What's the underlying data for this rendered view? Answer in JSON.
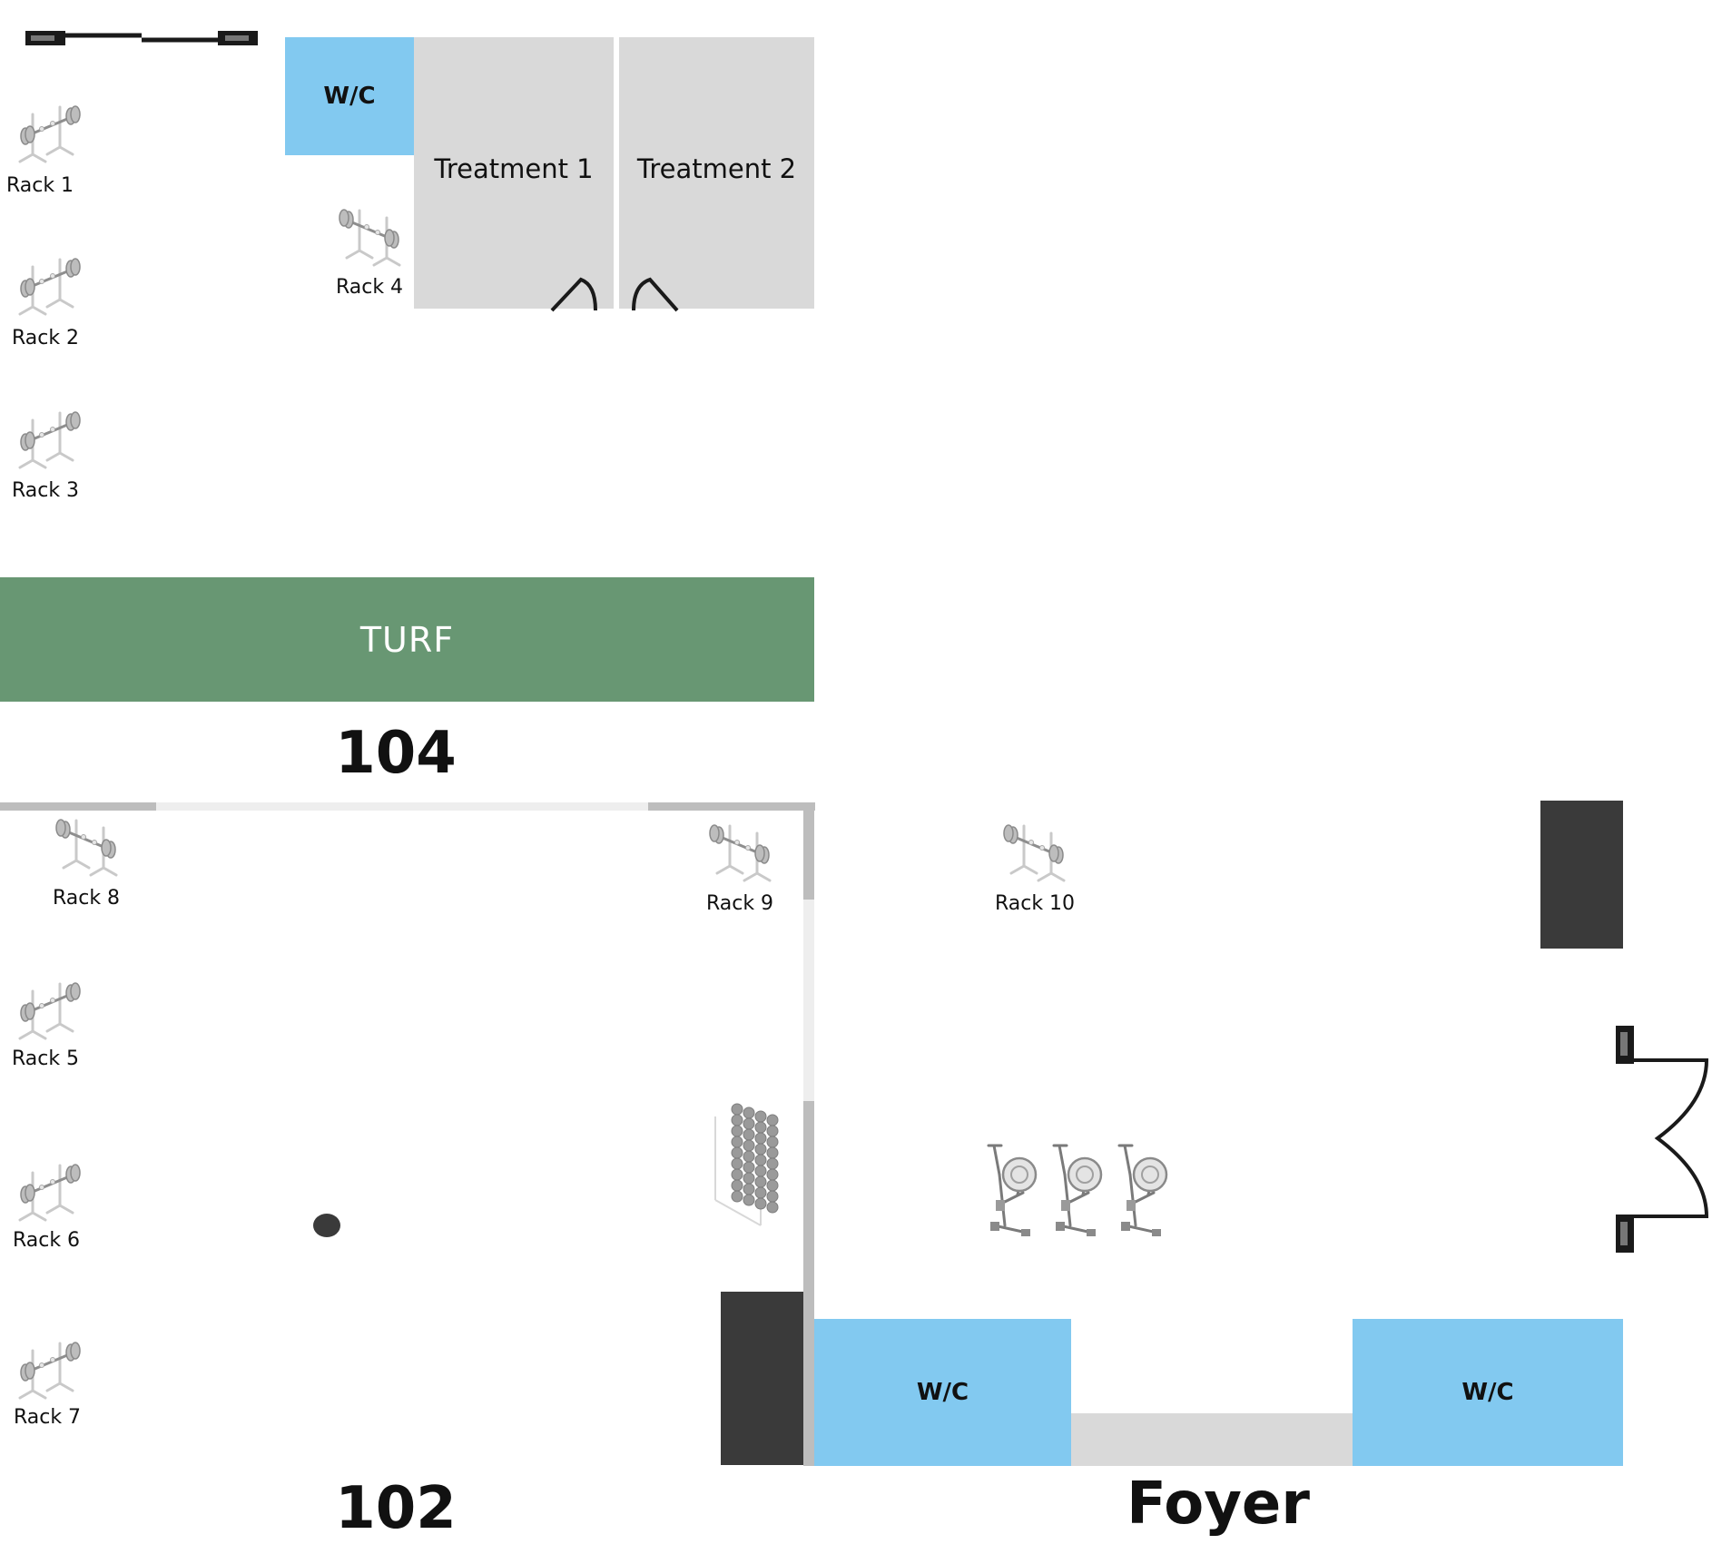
{
  "rooms": {
    "wc_top": "W/C",
    "treatment_1": "Treatment 1",
    "treatment_2": "Treatment 2",
    "turf": "TURF",
    "wc_foyer_left": "W/C",
    "wc_foyer_right": "W/C"
  },
  "titles": {
    "room_104": "104",
    "room_102": "102",
    "foyer": "Foyer"
  },
  "racks": [
    {
      "label": "Rack 1"
    },
    {
      "label": "Rack 2"
    },
    {
      "label": "Rack 3"
    },
    {
      "label": "Rack 4"
    },
    {
      "label": "Rack 5"
    },
    {
      "label": "Rack 6"
    },
    {
      "label": "Rack 7"
    },
    {
      "label": "Rack 8"
    },
    {
      "label": "Rack 9"
    },
    {
      "label": "Rack 10"
    }
  ],
  "colors": {
    "wc": "#82c9f0",
    "treatment": "#d9d9d9",
    "turf": "#689773",
    "dark_block": "#3a3a3a",
    "wall": "#bdbdbd"
  },
  "icons": {
    "rack": "squat-rack-icon",
    "dumbbells": "dumbbell-rack-icon",
    "bike": "exercise-bike-icon",
    "door": "door-swing-icon",
    "window": "window-icon"
  }
}
